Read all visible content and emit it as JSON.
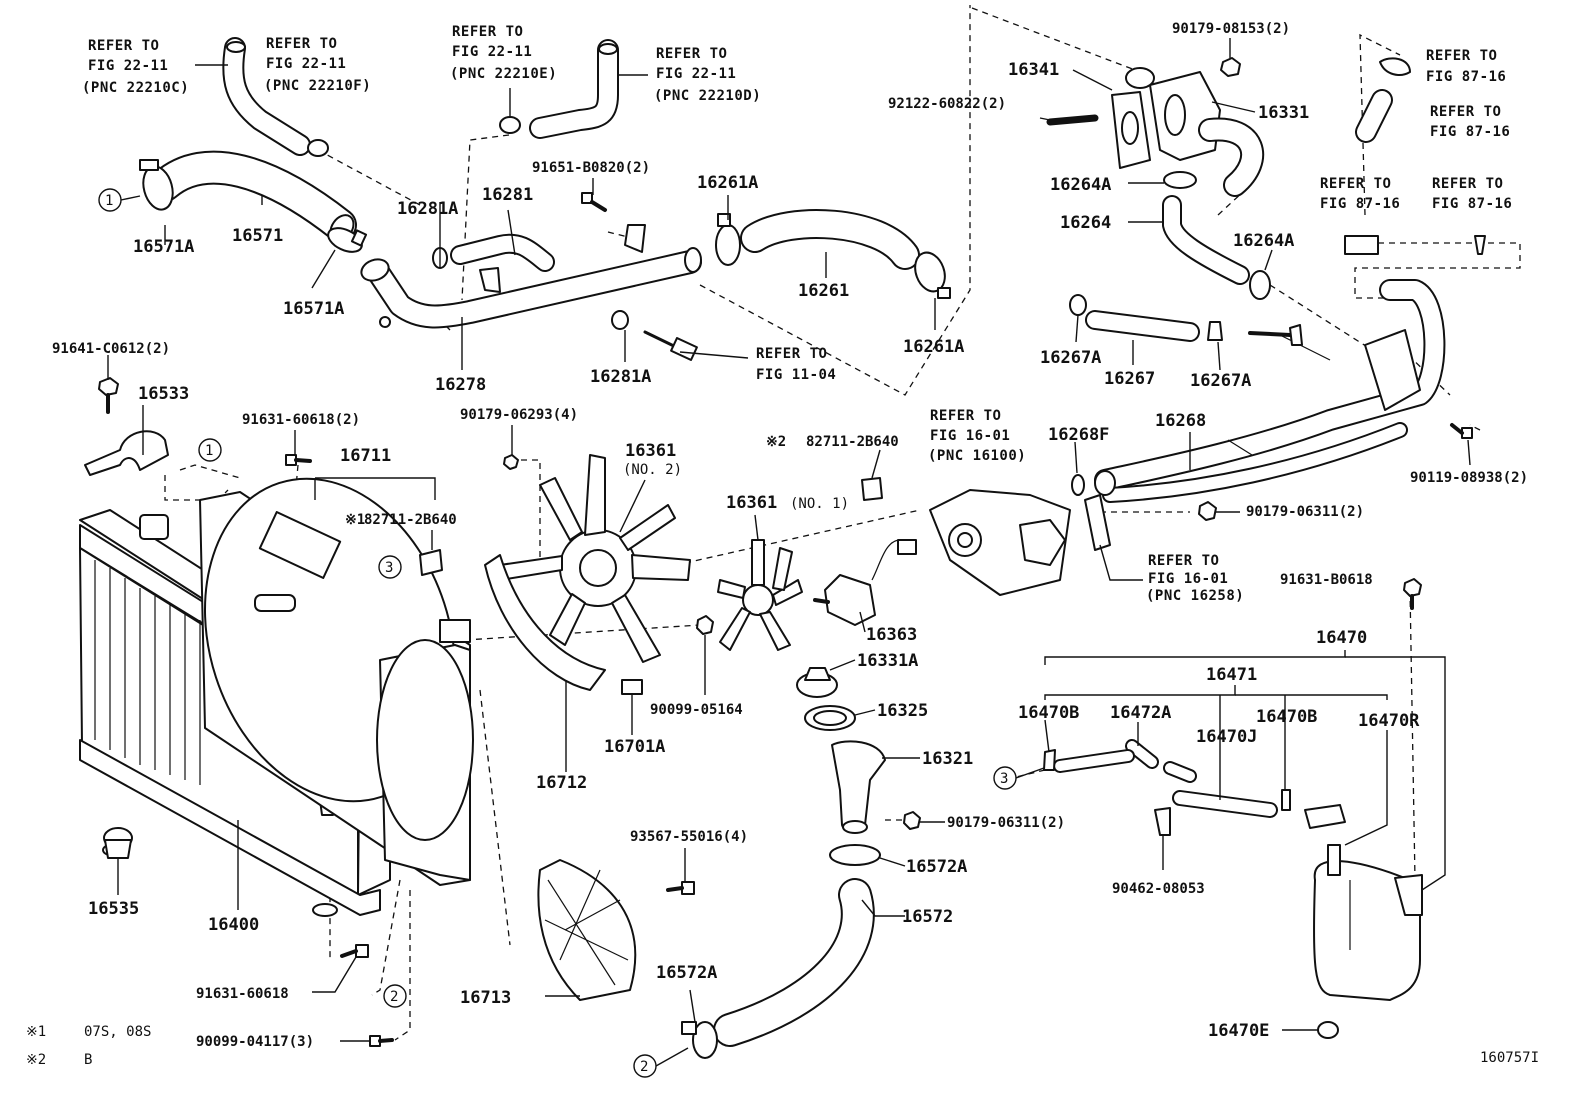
{
  "labels": {
    "p16571a_top": "16571A",
    "p16571": "16571",
    "p16571a_bot": "16571A",
    "p16278": "16278",
    "p16281a_top": "16281A",
    "p16281": "16281",
    "p16281a_bot": "16281A",
    "p91651": "91651-B0820(2)",
    "p16261a_top": "16261A",
    "p16261": "16261",
    "p16261a_bot": "16261A",
    "p16341": "16341",
    "p92122": "92122-60822(2)",
    "p90179_08153": "90179-08153(2)",
    "p16331": "16331",
    "p16264a_top": "16264A",
    "p16264": "16264",
    "p16264a_bot": "16264A",
    "p16267a_l": "16267A",
    "p16267": "16267",
    "p16267a_r": "16267A",
    "p16268": "16268",
    "p16268f": "16268F",
    "p90119": "90119-08938(2)",
    "p90179_06311a": "90179-06311(2)",
    "p91631_b0618": "91631-B0618",
    "p16470": "16470",
    "p16471": "16471",
    "p16470b_l": "16470B",
    "p16472a": "16472A",
    "p16470j": "16470J",
    "p16470b_r": "16470B",
    "p16470r": "16470R",
    "p90462": "90462-08053",
    "p16470e": "16470E",
    "p91641": "91641-C0612(2)",
    "p16533": "16533",
    "p91631_60618a": "91631-60618(2)",
    "p16711": "16711",
    "p82711_1": "82711-2B640",
    "p90179_06293": "90179-06293(4)",
    "p16361_2": "16361",
    "p16361_2_sub": "(NO. 2)",
    "p82711_2": "82711-2B640",
    "p16361_1": "16361",
    "p16361_1_sub": "(NO. 1)",
    "p16363": "16363",
    "p90099_05164": "90099-05164",
    "p16701a": "16701A",
    "p16712": "16712",
    "p16331a": "16331A",
    "p16325": "16325",
    "p16321": "16321",
    "p90179_06311b": "90179-06311(2)",
    "p16572a_top": "16572A",
    "p16572": "16572",
    "p16572a_bot": "16572A",
    "p93567": "93567-55016(4)",
    "p16713": "16713",
    "p16535": "16535",
    "p16400": "16400",
    "p91631_60618b": "91631-60618",
    "p90099_04117": "90099-04117(3)"
  },
  "refs": {
    "r1": [
      "REFER TO",
      "FIG 22-11",
      "(PNC 22210C)"
    ],
    "r2": [
      "REFER TO",
      "FIG 22-11",
      "(PNC 22210F)"
    ],
    "r3": [
      "REFER TO",
      "FIG 22-11",
      "(PNC 22210E)"
    ],
    "r4": [
      "REFER TO",
      "FIG 22-11",
      "(PNC 22210D)"
    ],
    "r5": [
      "REFER TO",
      "FIG 11-04"
    ],
    "r6": [
      "REFER TO",
      "FIG 16-01",
      "(PNC 16100)"
    ],
    "r7": [
      "REFER TO",
      "FIG 16-01",
      "(PNC 16258)"
    ],
    "r8": [
      "REFER TO",
      "FIG 87-16"
    ],
    "r9": [
      "REFER TO",
      "FIG 87-16"
    ],
    "r10": [
      "REFER TO",
      "FIG 87-16"
    ],
    "r11": [
      "REFER TO",
      "FIG 87-16"
    ]
  },
  "markers": {
    "mark_1": "※1",
    "mark_2": "※2",
    "circle_1": "1",
    "circle_2": "2",
    "circle_3": "3"
  },
  "notes": {
    "note1_mark": "※1",
    "note1_text": "07S, 08S",
    "note2_mark": "※2",
    "note2_text": "B"
  },
  "figure_id": "160757I"
}
